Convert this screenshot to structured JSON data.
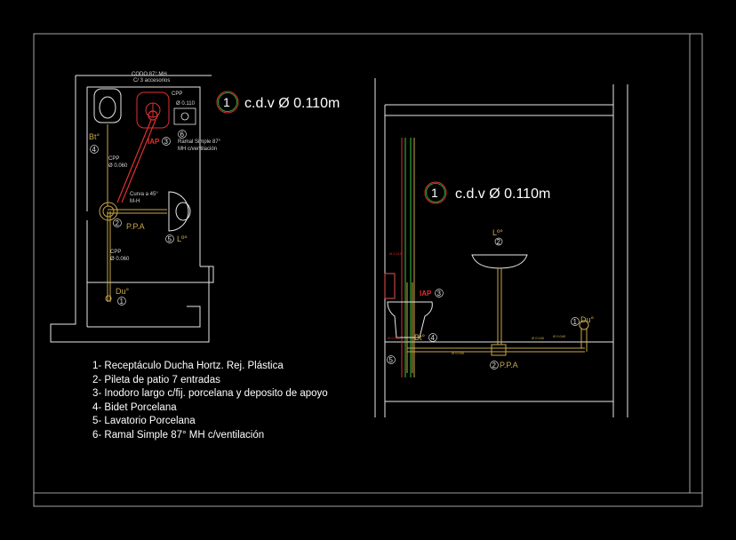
{
  "plan": {
    "header_line1": "CODO 87° MH",
    "header_line2": "C/ 3 accesorios",
    "cpp_top": "CPP",
    "cpp_top_dim": "Ø 0.110",
    "ramal_line1": "Ramal Simple 87°",
    "ramal_line2": "MH c/ventilación",
    "cpp_mid": "CPP",
    "cpp_mid_dim": "Ø 0.060",
    "curva_line1": "Curva a 45°",
    "curva_line2": "M-H",
    "cpp_low": "CPP",
    "cpp_low_dim": "Ø 0.060",
    "bidet_label": "Bt°",
    "bidet_num": "4",
    "inodoro_label": "IAP",
    "inodoro_num": "3",
    "ramal_num": "6",
    "ppa_label": "P.P.A",
    "ppa_num": "2",
    "lav_label": "Lº°",
    "lav_num": "5",
    "ducha_label": "Du°",
    "ducha_num": "1"
  },
  "callouts": [
    {
      "number": "1",
      "text": "c.d.v Ø 0.110m"
    },
    {
      "number": "1",
      "text": "c.d.v Ø 0.110m"
    }
  ],
  "section": {
    "lav_label": "Lº°",
    "lav_num": "2",
    "iap_label": "IAP",
    "iap_num": "3",
    "bidet_label": "Bt°",
    "bidet_num": "4",
    "ducha_label": "Du°",
    "ducha_num": "1",
    "ppa_label": "P.P.A",
    "ppa_num": "2",
    "left_num": "5",
    "pipe_note_1": "Ø 0.040",
    "pipe_note_2": "Ø 0.040",
    "pipe_note_3": "Ø 0.040",
    "red_note_1": "Ø 0.110",
    "red_note_2": "Ø 0.060"
  },
  "legend": [
    "1- Receptáculo Ducha Hortz. Rej. Plástica",
    "2- Pileta de patio 7 entradas",
    "3- Inodoro largo c/fij. porcelana y deposito de apoyo",
    "4- Bidet Porcelana",
    "5- Lavatorio Porcelana",
    "6- Ramal Simple 87° MH c/ventilación"
  ],
  "colors": {
    "background": "#000000",
    "lines": "#ffffff",
    "pipe_gold": "#c9a74a",
    "red": "#e03030",
    "green": "#3cc83c"
  }
}
